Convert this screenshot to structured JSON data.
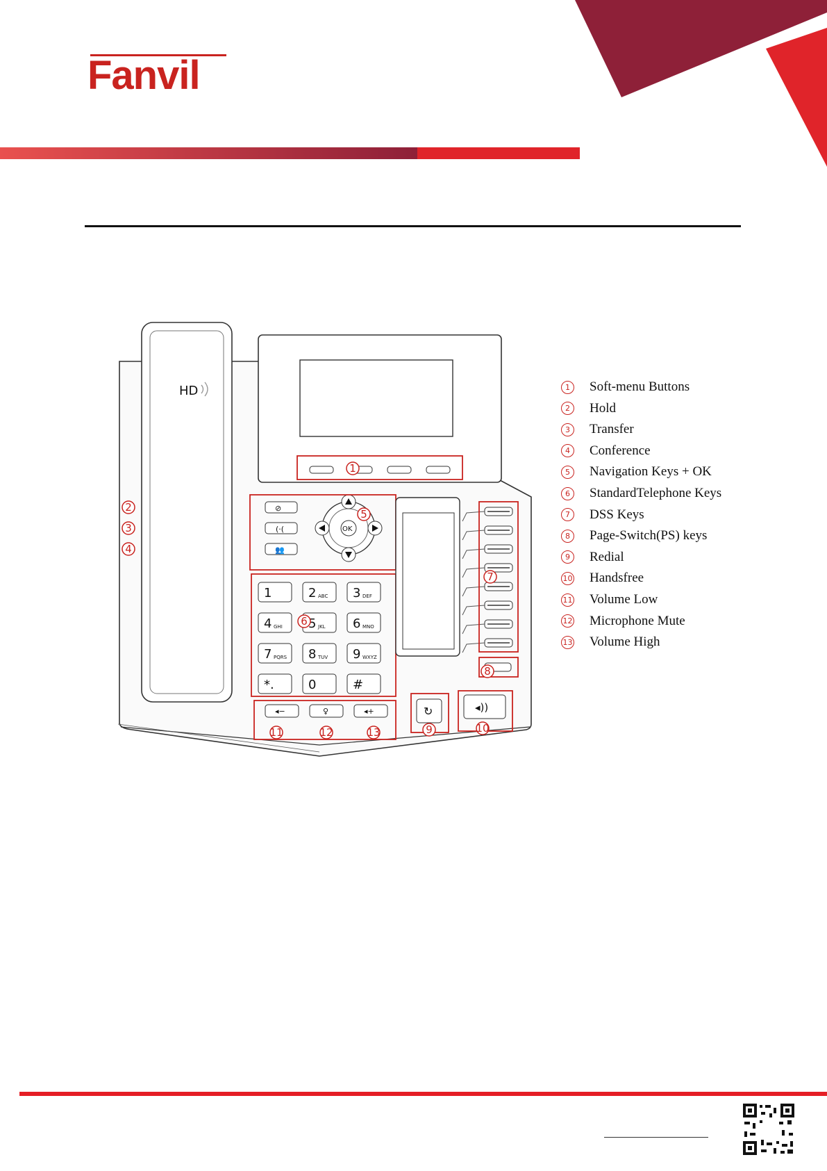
{
  "brand": {
    "name": "Fanvil",
    "colors": {
      "primary": "#c9231f",
      "dark_red": "#8e2038",
      "footer_red": "#e51e25"
    }
  },
  "diagram": {
    "handset_label": "HD",
    "keypad": [
      {
        "digit": "1",
        "letters": ""
      },
      {
        "digit": "2",
        "letters": "ABC"
      },
      {
        "digit": "3",
        "letters": "DEF"
      },
      {
        "digit": "4",
        "letters": "GHI"
      },
      {
        "digit": "5",
        "letters": "JKL"
      },
      {
        "digit": "6",
        "letters": "MNO"
      },
      {
        "digit": "7",
        "letters": "PQRS"
      },
      {
        "digit": "8",
        "letters": "TUV"
      },
      {
        "digit": "9",
        "letters": "WXYZ"
      },
      {
        "digit": "*.",
        "letters": ""
      },
      {
        "digit": "0",
        "letters": ""
      },
      {
        "digit": "#",
        "letters": ""
      }
    ],
    "ok_label": "OK",
    "callouts": [
      "1",
      "2",
      "3",
      "4",
      "5",
      "6",
      "7",
      "8",
      "9",
      "10",
      "11",
      "12",
      "13"
    ]
  },
  "legend": [
    {
      "num": "1",
      "label": "Soft-menu Buttons"
    },
    {
      "num": "2",
      "label": "Hold"
    },
    {
      "num": "3",
      "label": "Transfer"
    },
    {
      "num": "4",
      "label": "Conference"
    },
    {
      "num": "5",
      "label": "Navigation Keys + OK"
    },
    {
      "num": "6",
      "label": "StandardTelephone Keys"
    },
    {
      "num": "7",
      "label": "DSS Keys"
    },
    {
      "num": "8",
      "label": "Page-Switch(PS) keys"
    },
    {
      "num": "9",
      "label": "Redial"
    },
    {
      "num": "10",
      "label": "Handsfree"
    },
    {
      "num": "11",
      "label": "Volume Low"
    },
    {
      "num": "12",
      "label": "Microphone Mute"
    },
    {
      "num": "13",
      "label": "Volume High"
    }
  ]
}
